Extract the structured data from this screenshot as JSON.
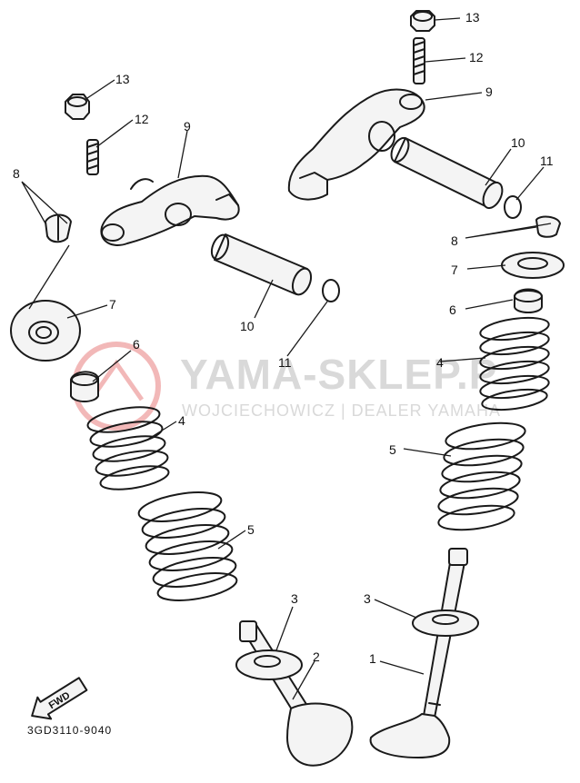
{
  "watermark": {
    "brand": "YAMA-SKLEP.P",
    "tagline": "WOJCIECHOWICZ | DEALER YAMAHA",
    "color": "#d9d9d9",
    "logo_color": "#f2b8b8"
  },
  "diagram_code": "3GD3110-9040",
  "fwd_label": "FWD",
  "callouts": {
    "n1": "1",
    "n2": "2",
    "n3a": "3",
    "n3b": "3",
    "n4a": "4",
    "n4b": "4",
    "n5a": "5",
    "n5b": "5",
    "n6a": "6",
    "n6b": "6",
    "n7a": "7",
    "n7b": "7",
    "n8a": "8",
    "n8b": "8",
    "n9a": "9",
    "n9b": "9",
    "n10a": "10",
    "n10b": "10",
    "n11a": "11",
    "n11b": "11",
    "n12a": "12",
    "n12b": "12",
    "n13a": "13",
    "n13b": "13"
  }
}
